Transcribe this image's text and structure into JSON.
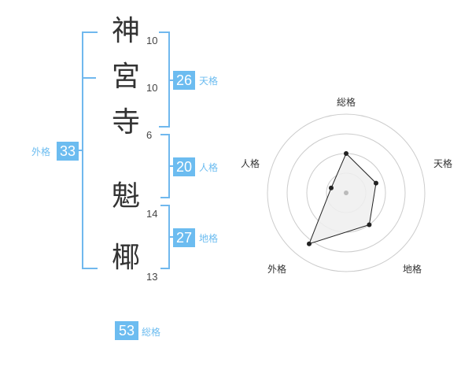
{
  "name": {
    "characters": [
      "神",
      "宮",
      "寺",
      "魁",
      "椰"
    ],
    "strokes": [
      "10",
      "10",
      "6",
      "14",
      "13"
    ]
  },
  "fortunes": {
    "tenkaku": {
      "value": "26",
      "label": "天格"
    },
    "jinkaku": {
      "value": "20",
      "label": "人格"
    },
    "chikaku": {
      "value": "27",
      "label": "地格"
    },
    "gaikaku": {
      "value": "33",
      "label": "外格"
    },
    "soukaku": {
      "value": "53",
      "label": "総格"
    }
  },
  "radar": {
    "labels": [
      "総格",
      "天格",
      "地格",
      "外格",
      "人格"
    ],
    "levels": 4,
    "values": [
      0.5,
      0.4,
      0.5,
      0.8,
      0.2
    ],
    "fill_color": "#eeeeee",
    "line_color": "#222222",
    "grid_color": "#cccccc",
    "center_color": "#bbbbbb"
  },
  "colors": {
    "accent": "#6cbcf0",
    "bracket": "#70b8ee"
  }
}
